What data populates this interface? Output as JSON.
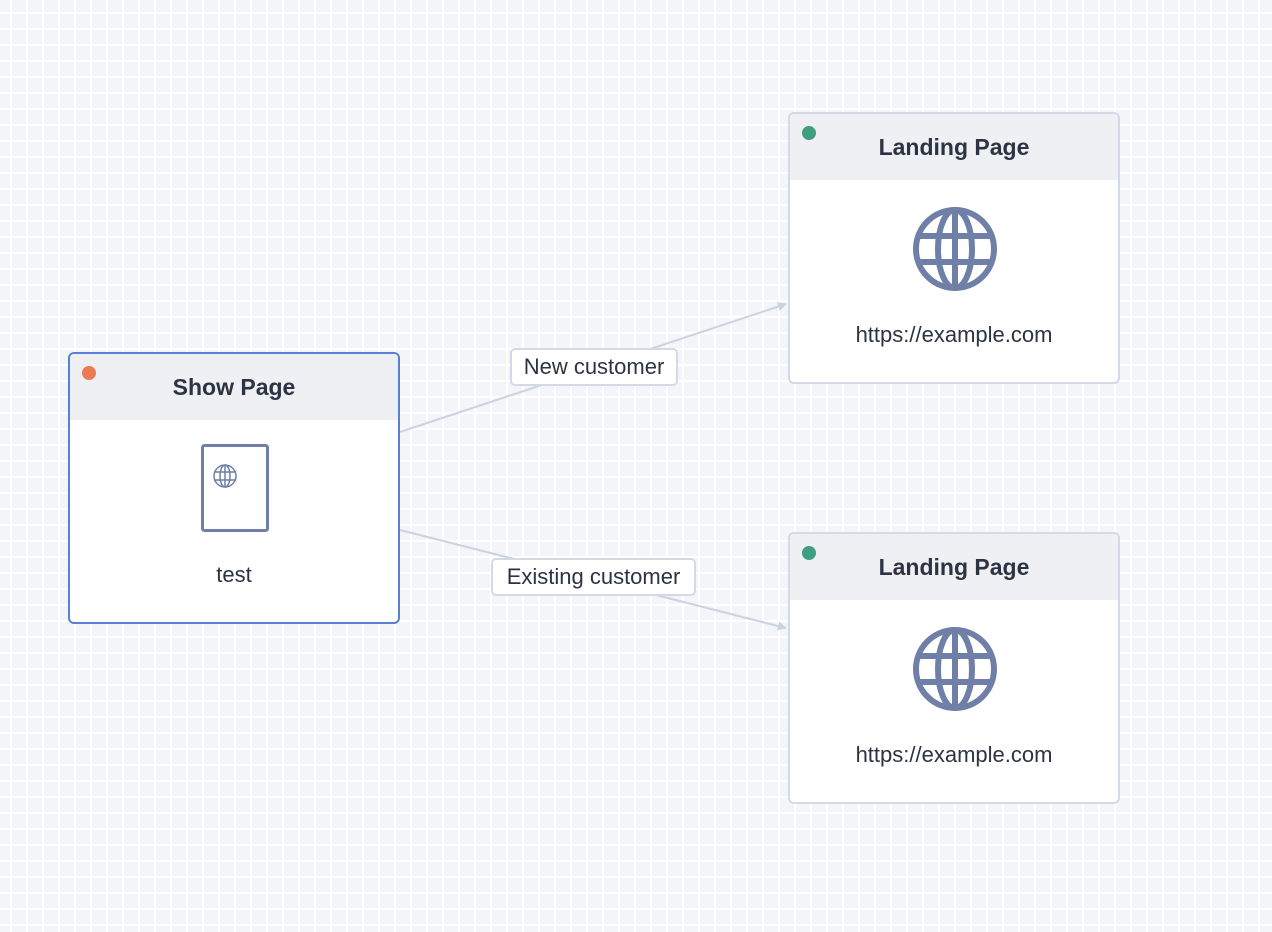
{
  "colors": {
    "selected_border": "#5b7fd6",
    "node_border": "#d3d9e6",
    "header_bg": "#eef0f4",
    "edge": "#cbd2e0",
    "icon": "#6f7fa8",
    "status_start": "#ec7a52",
    "status_ok": "#3e9e7e"
  },
  "nodes": {
    "show_page": {
      "title": "Show Page",
      "caption": "test",
      "icon": "page-with-globe-icon",
      "status_color": "#ec7a52"
    },
    "landing_new": {
      "title": "Landing Page",
      "caption": "https://example.com",
      "icon": "globe-icon",
      "status_color": "#3e9e7e"
    },
    "landing_existing": {
      "title": "Landing Page",
      "caption": "https://example.com",
      "icon": "globe-icon",
      "status_color": "#3e9e7e"
    }
  },
  "edges": {
    "new_customer": {
      "label": "New customer",
      "from": "Show Page",
      "to": "Landing Page"
    },
    "existing_customer": {
      "label": "Existing customer",
      "from": "Show Page",
      "to": "Landing Page"
    }
  }
}
